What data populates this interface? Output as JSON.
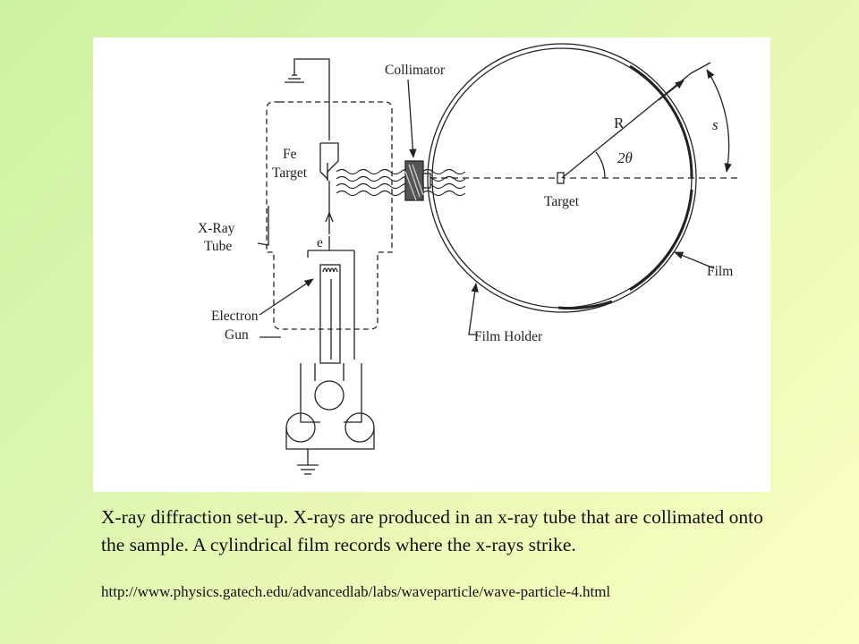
{
  "diagram": {
    "labels": {
      "collimator": "Collimator",
      "fe_target_line1": "Fe",
      "fe_target_line2": "Target",
      "xray_tube_line1": "X-Ray",
      "xray_tube_line2": "Tube",
      "electron": "e",
      "electron_gun_line1": "Electron",
      "electron_gun_line2": "Gun",
      "target": "Target",
      "radius": "R",
      "two_theta": "2θ",
      "arc_length": "s",
      "film": "Film",
      "film_holder": "Film Holder"
    }
  },
  "caption": {
    "text": "X-ray diffraction set-up. X-rays are produced in an x-ray tube that are collimated onto the sample. A cylindrical film records where the x-rays strike."
  },
  "source": {
    "url": "http://www.physics.gatech.edu/advancedlab/labs/waveparticle/wave-particle-4.html"
  },
  "colors": {
    "background_start": "#cbf2a0",
    "background_end": "#fbffc2",
    "panel": "#ffffff",
    "ink": "#222222"
  }
}
